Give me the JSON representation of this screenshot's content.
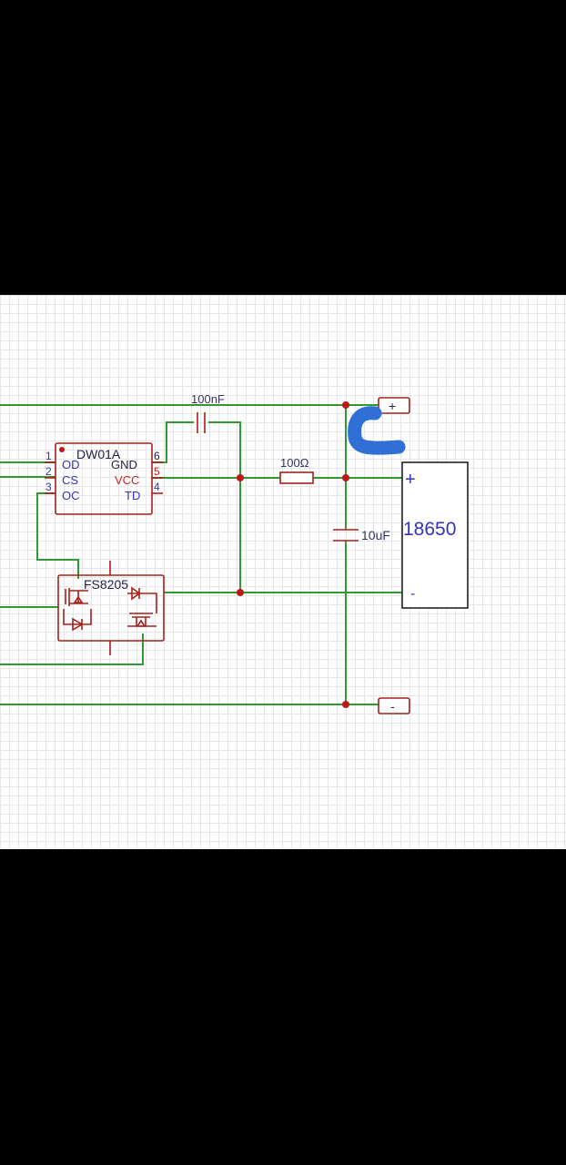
{
  "colors": {
    "background": "#000000",
    "canvas": "#ffffff",
    "grid": "#e6e6e6",
    "wire": "#2f9a2f",
    "component": "#a8201a",
    "pin_label": "#3333bb",
    "vcc_label": "#cc2222",
    "annotation": "#2f6fd6"
  },
  "ic_dw01a": {
    "name": "DW01A",
    "pins": {
      "od": {
        "num": "1",
        "name": "OD"
      },
      "cs": {
        "num": "2",
        "name": "CS"
      },
      "oc": {
        "num": "3",
        "name": "OC"
      },
      "td": {
        "num": "4",
        "name": "TD"
      },
      "vcc": {
        "num": "5",
        "name": "VCC"
      },
      "gnd": {
        "num": "6",
        "name": "GND"
      }
    }
  },
  "mosfet": {
    "name": "FS8205"
  },
  "capacitor_top": {
    "value": "100nF"
  },
  "capacitor_mid": {
    "value": "10uF"
  },
  "resistor": {
    "value": "100Ω"
  },
  "battery": {
    "name": "18650",
    "plus": "+",
    "minus": "-"
  },
  "terminals": {
    "positive": "+",
    "negative": "-"
  },
  "annotation": {
    "shape": "hand-drawn-bracket",
    "color": "#2f6fd6"
  }
}
